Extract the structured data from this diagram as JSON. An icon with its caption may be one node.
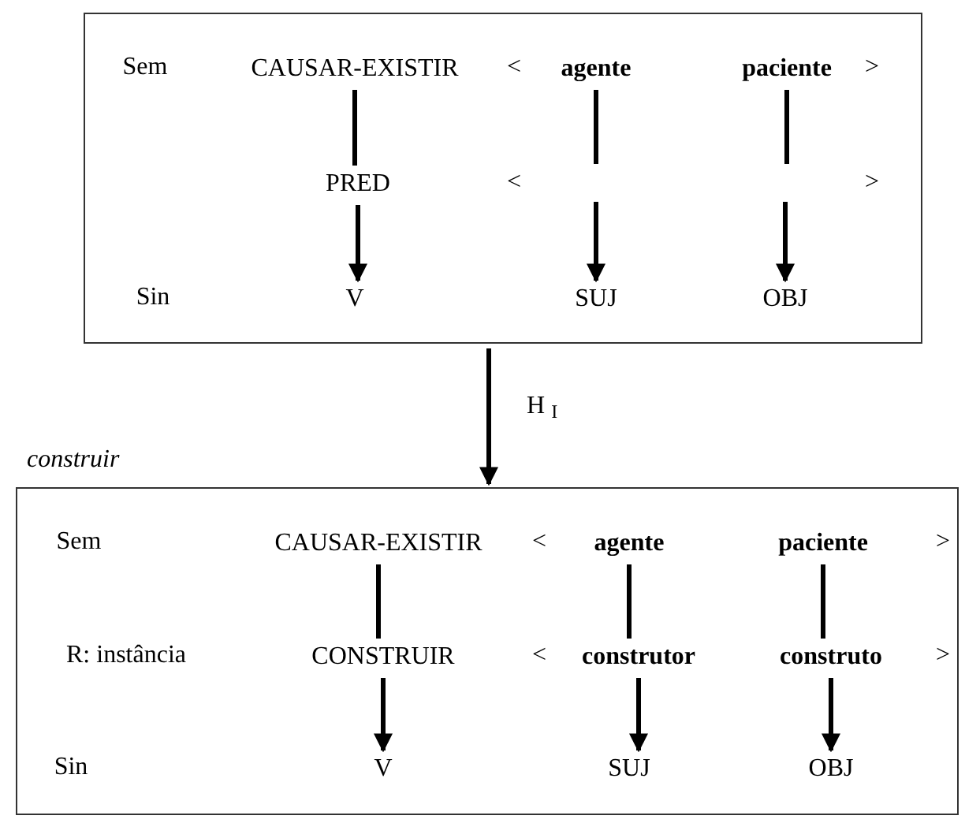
{
  "diagram": {
    "nodes": [
      {
        "text": [],
        "shape": "box"
      },
      {
        "text": [
          "CAUSAR-EXISTIR"
        ],
        "in": 0
      },
      {
        "text": [
          "agente"
        ],
        "in": 0
      },
      {
        "text": [
          "paciente"
        ],
        "in": 0
      },
      {
        "text": [
          "PRED"
        ],
        "in": 0
      },
      {
        "text": [
          "V"
        ],
        "in": 0
      },
      {
        "text": [
          "SUJ"
        ],
        "in": 0
      },
      {
        "text": [
          "OBJ"
        ],
        "in": 0
      },
      {
        "text": [
          "construir"
        ]
      },
      {
        "text": [
          "CAUSAR-EXISTIR"
        ],
        "in": 8
      },
      {
        "text": [
          "agente"
        ],
        "in": 8
      },
      {
        "text": [
          "paciente"
        ],
        "in": 8
      },
      {
        "text": [
          "CONSTRUIR"
        ],
        "in": 8
      },
      {
        "text": [
          "construtor"
        ],
        "in": 8
      },
      {
        "text": [
          "construto"
        ],
        "in": 8
      },
      {
        "text": [
          "V"
        ],
        "in": 8
      },
      {
        "text": [
          "SUJ"
        ],
        "in": 8
      },
      {
        "text": [
          "OBJ"
        ],
        "in": 8
      }
    ],
    "edges": [
      {
        "from": 1,
        "to": 4,
        "arrow": "none"
      },
      {
        "from": 4,
        "to": 5,
        "arrow": "to"
      },
      {
        "from": 2,
        "to": null,
        "arrow": "none"
      },
      {
        "from": null,
        "to": 6,
        "arrow": "to"
      },
      {
        "from": 3,
        "to": null,
        "arrow": "none"
      },
      {
        "from": null,
        "to": 7,
        "arrow": "to"
      },
      {
        "from": 0,
        "to": 8,
        "arrow": "to",
        "label": "H $_{I}$"
      },
      {
        "from": 9,
        "to": 12,
        "arrow": "none"
      },
      {
        "from": 12,
        "to": 15,
        "arrow": "to"
      },
      {
        "from": 10,
        "to": 13,
        "arrow": "none"
      },
      {
        "from": 13,
        "to": 16,
        "arrow": "to"
      },
      {
        "from": 11,
        "to": 14,
        "arrow": "none"
      },
      {
        "from": 14,
        "to": 17,
        "arrow": "to"
      }
    ],
    "labels": [
      "Sem",
      "<",
      ">",
      "<",
      ">",
      "Sin",
      "Sem",
      "<",
      ">",
      "R: instância",
      "<",
      ">",
      "Sin"
    ]
  }
}
